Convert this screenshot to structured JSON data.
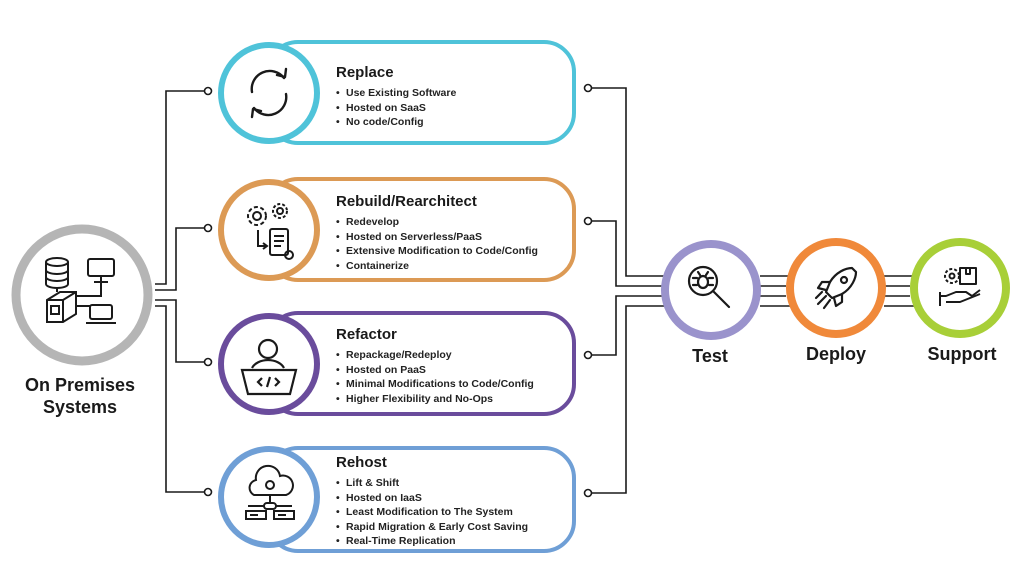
{
  "colors": {
    "replace": "#4fc3d9",
    "rebuild": "#dc9a55",
    "refactor": "#6a4c9c",
    "rehost": "#6f9fd6",
    "test": "#9a93cc",
    "deploy": "#f0893a",
    "support": "#a8cf38",
    "source": "#b5b5b5",
    "line": "#1a1a1a"
  },
  "source": {
    "label_line1": "On Premises",
    "label_line2": "Systems",
    "icon": "server-network-icon"
  },
  "strategies": [
    {
      "title": "Replace",
      "icon": "refresh-arrows-icon",
      "items": [
        "Use Existing Software",
        "Hosted on SaaS",
        "No code/Config"
      ]
    },
    {
      "title": "Rebuild/Rearchitect",
      "icon": "gears-document-icon",
      "items": [
        "Redevelop",
        "Hosted on Serverless/PaaS",
        "Extensive Modification to Code/Config",
        "Containerize"
      ]
    },
    {
      "title": "Refactor",
      "icon": "developer-laptop-icon",
      "items": [
        "Repackage/Redeploy",
        "Hosted on PaaS",
        "Minimal Modifications to Code/Config",
        "Higher Flexibility and No-Ops"
      ]
    },
    {
      "title": "Rehost",
      "icon": "cloud-server-icon",
      "items": [
        "Lift & Shift",
        "Hosted on IaaS",
        "Least Modification to The System",
        "Rapid Migration & Early Cost Saving",
        "Real-Time Replication"
      ]
    }
  ],
  "stages": [
    {
      "label": "Test",
      "icon": "magnifier-bug-icon"
    },
    {
      "label": "Deploy",
      "icon": "rocket-icon"
    },
    {
      "label": "Support",
      "icon": "hand-gear-icon"
    }
  ]
}
